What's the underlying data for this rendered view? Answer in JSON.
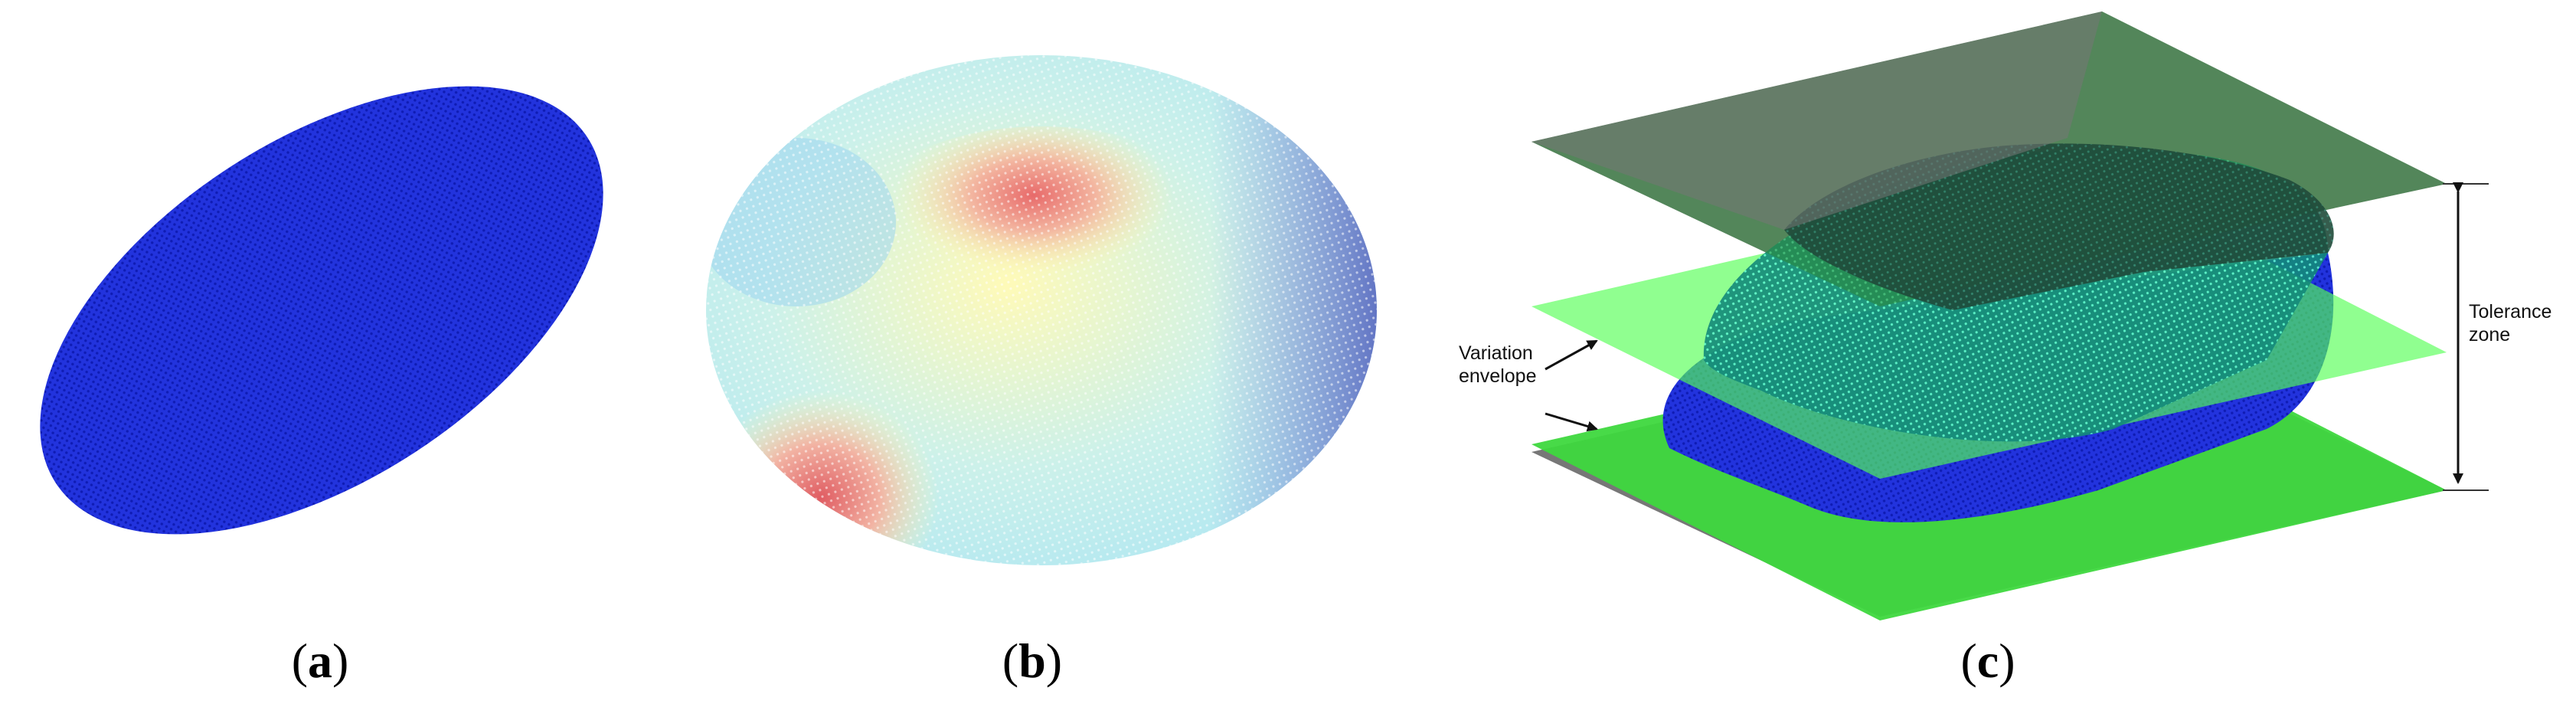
{
  "panels": [
    {
      "letter": "a",
      "open": "(",
      "close": ")"
    },
    {
      "letter": "b",
      "open": "(",
      "close": ")"
    },
    {
      "letter": "c",
      "open": "(",
      "close": ")"
    }
  ],
  "annotations": {
    "variation_envelope": "Variation\nenvelope",
    "tolerance_zone": "Tolerance\nzone"
  },
  "colors": {
    "point_blue": "#1f2fd6",
    "plane_grey": "#6b6b6b",
    "plane_green": "#33ff44",
    "heat_low": "#2b3cb8",
    "heat_mid": "#fff7a0",
    "heat_high": "#e04040"
  }
}
